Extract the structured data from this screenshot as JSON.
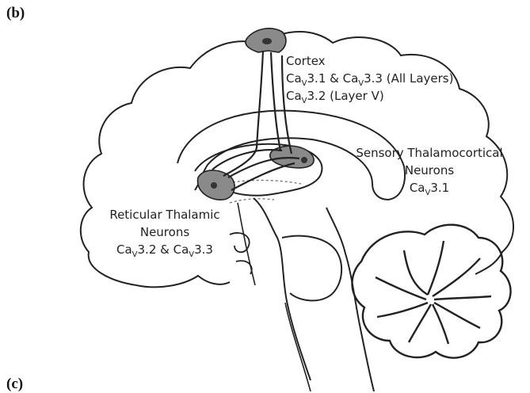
{
  "figure": {
    "panel_b": "(b)",
    "panel_c": "(c)",
    "labels": {
      "cortex": {
        "title": "Cortex",
        "line1": [
          {
            "t": "Ca"
          },
          {
            "t": "V",
            "sub": true
          },
          {
            "t": "3.1 & Ca"
          },
          {
            "t": "V",
            "sub": true
          },
          {
            "t": "3.3 (All Layers)"
          }
        ],
        "line2": [
          {
            "t": "Ca"
          },
          {
            "t": "V",
            "sub": true
          },
          {
            "t": "3.2 (Layer V)"
          }
        ]
      },
      "sensory": {
        "line1": "Sensory Thalamocortical",
        "line2": "Neurons",
        "line3": [
          {
            "t": "Ca"
          },
          {
            "t": "V",
            "sub": true
          },
          {
            "t": "3.1"
          }
        ]
      },
      "reticular": {
        "line1": "Reticular Thalamic",
        "line2": "Neurons",
        "line3": [
          {
            "t": "Ca"
          },
          {
            "t": "V",
            "sub": true
          },
          {
            "t": "3.2 & Ca"
          },
          {
            "t": "V",
            "sub": true
          },
          {
            "t": "3.3"
          }
        ]
      }
    }
  }
}
